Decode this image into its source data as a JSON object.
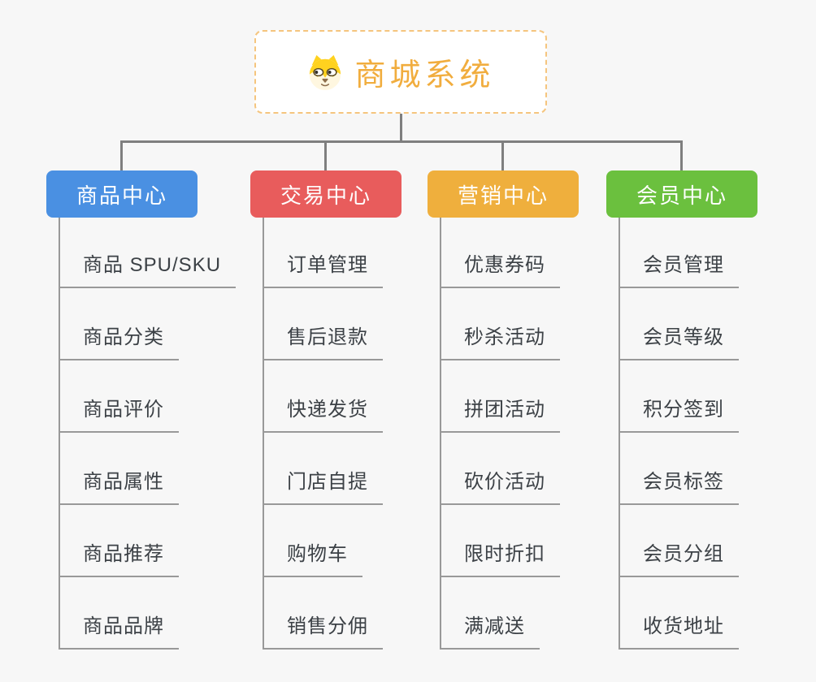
{
  "page": {
    "background_color": "#f7f7f7",
    "connector_color": "#7f7f7f",
    "leaf_line_color": "#999999",
    "leaf_text_color": "#3c4146"
  },
  "root": {
    "title": "商城系统",
    "icon": "shiba-dog-icon",
    "text_color": "#f1ad3e",
    "border_color": "#f5c57e",
    "background": "#ffffff"
  },
  "branches": [
    {
      "label": "商品中心",
      "color": "#4a90e2",
      "items": [
        "商品 SPU/SKU",
        "商品分类",
        "商品评价",
        "商品属性",
        "商品推荐",
        "商品品牌"
      ]
    },
    {
      "label": "交易中心",
      "color": "#e85c5c",
      "items": [
        "订单管理",
        "售后退款",
        "快递发货",
        "门店自提",
        "购物车",
        "销售分佣"
      ]
    },
    {
      "label": "营销中心",
      "color": "#efaf3d",
      "items": [
        "优惠券码",
        "秒杀活动",
        "拼团活动",
        "砍价活动",
        "限时折扣",
        "满减送"
      ]
    },
    {
      "label": "会员中心",
      "color": "#6bc03e",
      "items": [
        "会员管理",
        "会员等级",
        "积分签到",
        "会员标签",
        "会员分组",
        "收货地址"
      ]
    }
  ]
}
